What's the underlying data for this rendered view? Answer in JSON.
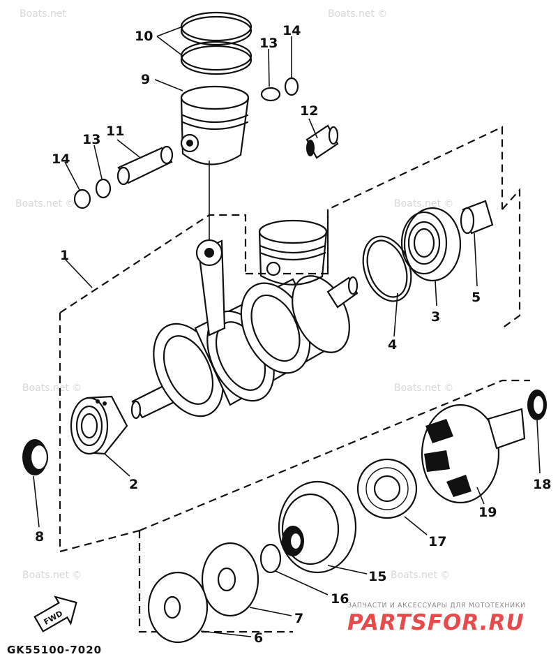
{
  "diagram": {
    "part_numbers": [
      "1",
      "2",
      "3",
      "4",
      "5",
      "6",
      "7",
      "8",
      "9",
      "10",
      "11",
      "12",
      "13",
      "14",
      "15",
      "16",
      "17",
      "18",
      "19"
    ],
    "labels": {
      "p1": "1",
      "p2": "2",
      "p3": "3",
      "p4": "4",
      "p5": "5",
      "p6": "6",
      "p7": "7",
      "p8": "8",
      "p9": "9",
      "p10": "10",
      "p11": "11",
      "p12": "12",
      "p13a": "13",
      "p13b": "13",
      "p14a": "14",
      "p14b": "14",
      "p15": "15",
      "p16": "16",
      "p17": "17",
      "p18": "18",
      "p19": "19"
    },
    "fwd_arrow": "FWD",
    "drawing_code": "GK55100-7020"
  },
  "watermarks": {
    "boats_net": "Boats.net",
    "boats_net_c": "Boats.net ©"
  },
  "branding": {
    "tagline": "ЗАПЧАСТИ И АКСЕССУАРЫ ДЛЯ МОТОТЕХНИКИ",
    "logo": "PARTSFOR.RU"
  }
}
